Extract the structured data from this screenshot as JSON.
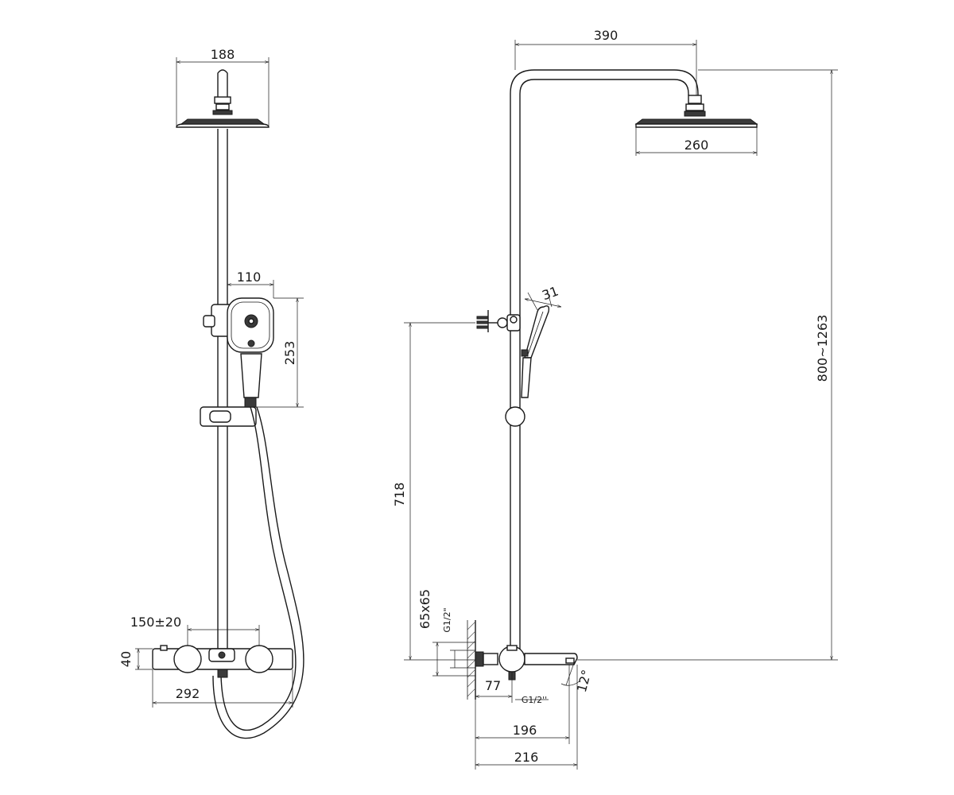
{
  "front_view": {
    "dims": {
      "head_width": "188",
      "handshower_width": "110",
      "handshower_height": "253",
      "inlet_spacing": "150±20",
      "mixer_height": "40",
      "mixer_width": "292"
    }
  },
  "side_view": {
    "dims": {
      "arm_length": "390",
      "head_diameter": "260",
      "handshower_thickness": "31",
      "total_height": "800~1263",
      "holder_height": "718",
      "mount_size": "65x65",
      "inlet_thread": "G1/2\"",
      "wall_offset": "77",
      "outlet_thread": "G1/2''",
      "spout_angle": "12°",
      "spout_length": "196",
      "overall_depth": "216"
    }
  }
}
